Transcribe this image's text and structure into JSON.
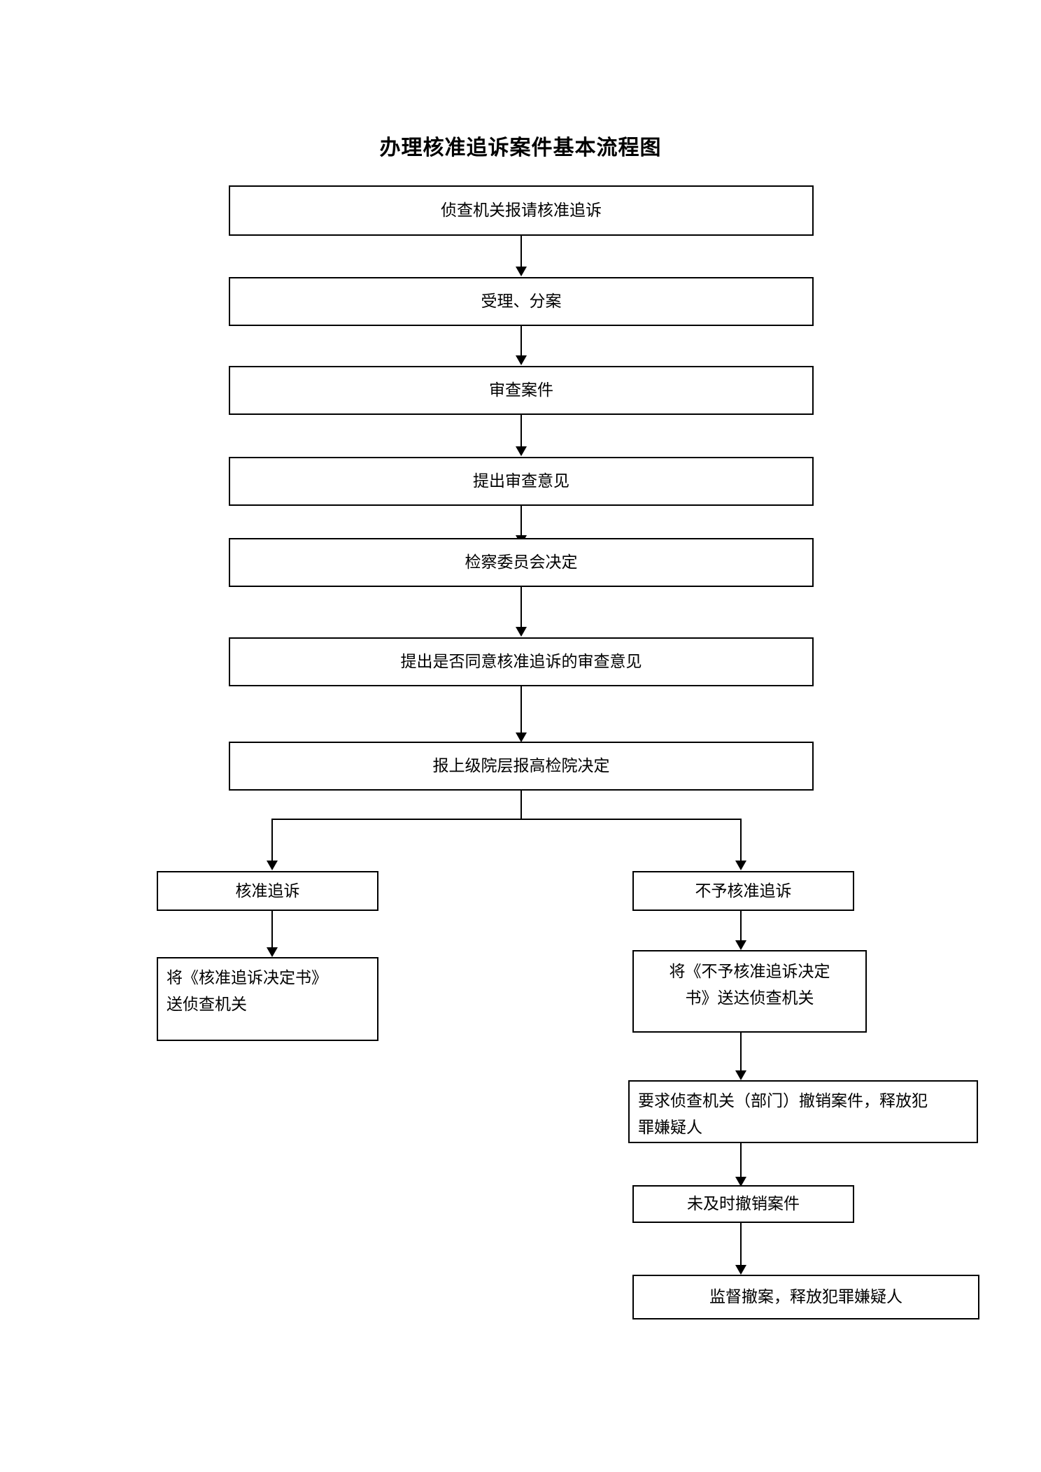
{
  "document": {
    "title": "办理核准追诉案件基本流程图"
  },
  "flow": {
    "main_nodes": [
      {
        "id": "node-1",
        "label": "侦查机关报请核准追诉"
      },
      {
        "id": "node-2",
        "label": "受理、分案"
      },
      {
        "id": "node-3",
        "label": "审查案件"
      },
      {
        "id": "node-4",
        "label": "提出审查意见"
      },
      {
        "id": "node-5",
        "label": "检察委员会决定"
      },
      {
        "id": "node-6",
        "label": "提出是否同意核准追诉的审查意见"
      },
      {
        "id": "node-7",
        "label": "报上级院层报高检院决定"
      }
    ],
    "left_branch": [
      {
        "id": "node-approve",
        "label": "核准追诉"
      },
      {
        "id": "node-approve-deliver",
        "label": "将《核准追诉决定书》\n送侦查机关"
      }
    ],
    "right_branch": [
      {
        "id": "node-reject",
        "label": "不予核准追诉"
      },
      {
        "id": "node-reject-deliver",
        "label": "将《不予核准追诉决定\n书》送达侦查机关"
      },
      {
        "id": "node-require-withdraw",
        "label": "要求侦查机关（部门）撤销案件，释放犯\n罪嫌疑人"
      },
      {
        "id": "node-not-withdrawn",
        "label": "未及时撤销案件"
      },
      {
        "id": "node-supervise",
        "label": "监督撤案，释放犯罪嫌疑人"
      }
    ]
  },
  "style": {
    "line_color": "#000000",
    "box_fill": "#ffffff",
    "page_background": "#ffffff",
    "text_color": "#000000"
  }
}
